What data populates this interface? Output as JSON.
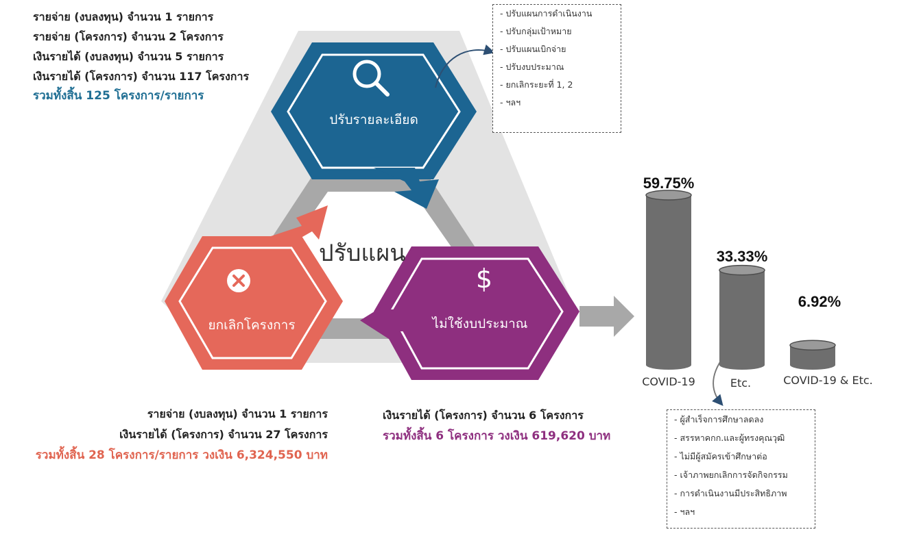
{
  "top_left": {
    "lines": [
      "รายจ่าย (งบลงทุน)   จำนวน 1 รายการ",
      "รายจ่าย (โครงการ)   จำนวน 2 โครงการ",
      "เงินรายได้ (งบลงทุน) จำนวน 5 รายการ",
      "เงินรายได้ (โครงการ)  จำนวน 117 โครงการ"
    ],
    "total": "รวมทั้งสิ้น 125 โครงการ/รายการ"
  },
  "top_note": {
    "items": [
      "- ปรับแผนการดำเนินงาน",
      "- ปรับกลุ่มเป้าหมาย",
      "- ปรับแผนเบิกจ่าย",
      "- ปรับงบประมาณ",
      "- ยกเลิกระยะที่ 1, 2",
      "- ฯลฯ"
    ]
  },
  "cycle": {
    "center": "ปรับแผน",
    "adjust_label": "ปรับรายละเอียด",
    "cancel_label": "ยกเลิกโครงการ",
    "nobudget_label": "ไม่ใช้งบประมาณ",
    "colors": {
      "blue": "#1c6592",
      "red": "#e5685a",
      "purple": "#8e2f7f",
      "gray": "#a8a8a8",
      "bg": "#e3e3e3"
    }
  },
  "bottom_left": {
    "lines": [
      "รายจ่าย (งบลงทุน)    จำนวน 1  รายการ",
      "เงินรายได้ (โครงการ) จำนวน 27 โครงการ"
    ],
    "total": "รวมทั้งสิ้น 28 โครงการ/รายการ วงเงิน 6,324,550 บาท"
  },
  "bottom_mid": {
    "lines": [
      "เงินรายได้ (โครงการ) จำนวน 6 โครงการ"
    ],
    "total": "รวมทั้งสิ้น 6 โครงการ วงเงิน 619,620 บาท"
  },
  "chart_data": {
    "type": "bar",
    "categories": [
      "COVID-19",
      "Etc.",
      "COVID-19 & Etc."
    ],
    "values": [
      59.75,
      33.33,
      6.92
    ],
    "value_labels": [
      "59.75%",
      "33.33%",
      "6.92%"
    ],
    "ylim": [
      0,
      59.75
    ],
    "grid": false,
    "bar_color": "#6e6e6e"
  },
  "bottom_note": {
    "items": [
      "- ผู้สำเร็จการศึกษาลดลง",
      "- สรรหาคกก.และผู้ทรงคุณวุฒิ",
      "- ไม่มีผู้สมัครเข้าศึกษาต่อ",
      "- เจ้าภาพยกเลิกการจัดกิจกรรม",
      "- การดำเนินงานมีประสิทธิภาพ",
      "- ฯลฯ"
    ]
  }
}
